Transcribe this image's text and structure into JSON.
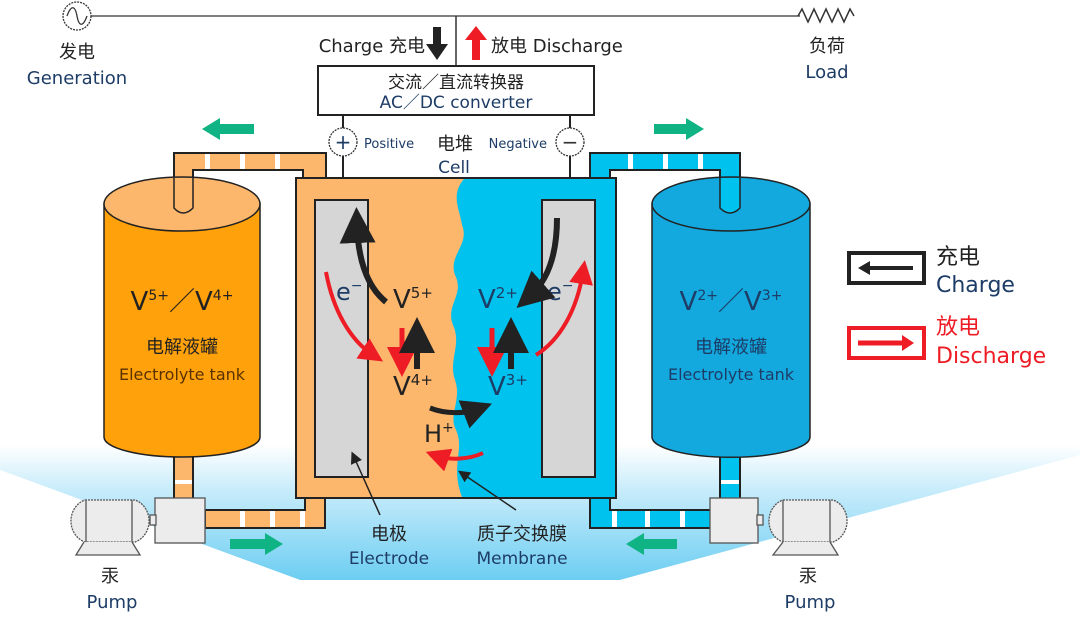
{
  "title": "Vanadium redox flow battery diagram",
  "colors": {
    "positive_electrolyte": "#ffa10a",
    "positive_cell": "#fdb76d",
    "negative_electrolyte": "#13a9de",
    "negative_cell": "#00c2ee",
    "electrode": "#d6d6d6",
    "flow_arrow": "#10b383",
    "charge_arrow": "#222222",
    "discharge_arrow": "#ee1c25",
    "floor_gradient": "#5cc8f0"
  },
  "circuit": {
    "generation": {
      "zh": "发电",
      "en": "Generation",
      "icon": "ac-source-icon"
    },
    "load": {
      "zh": "负荷",
      "en": "Load",
      "icon": "resistor-icon"
    },
    "charge": {
      "label": "Charge 充电",
      "icon": "arrow-down-icon"
    },
    "discharge": {
      "label": "放电 Discharge",
      "icon": "arrow-up-icon"
    },
    "converter": {
      "zh": "交流／直流转换器",
      "en": "AC／DC converter"
    }
  },
  "cell": {
    "positive_label": "Positive",
    "cell_zh": "电堆",
    "negative_label": "Negative",
    "cell_en": "Cell",
    "positive_symbol": "+",
    "negative_symbol": "−",
    "electron_left": "e",
    "electron_right": "e",
    "electron_sup": "−",
    "ions": {
      "v5": {
        "base": "V",
        "sup": "5+"
      },
      "v4": {
        "base": "V",
        "sup": "4+"
      },
      "v2": {
        "base": "V",
        "sup": "2+"
      },
      "v3": {
        "base": "V",
        "sup": "3+"
      },
      "h": {
        "base": "H",
        "sup": "+"
      }
    },
    "electrode": {
      "zh": "电极",
      "en": "Electrode"
    },
    "membrane": {
      "zh": "质子交换膜",
      "en": "Membrane"
    }
  },
  "tanks": {
    "left": {
      "ions": "V⁵⁺／V⁴⁺",
      "ion_a": "V",
      "sup_a": "5+",
      "sep": "／",
      "ion_b": "V",
      "sup_b": "4+",
      "zh": "电解液罐",
      "en": "Electrolyte tank"
    },
    "right": {
      "ion_a": "V",
      "sup_a": "2+",
      "sep": "／",
      "ion_b": "V",
      "sup_b": "3+",
      "zh": "电解液罐",
      "en": "Electrolyte tank"
    }
  },
  "pumps": {
    "left": {
      "zh": "汞",
      "en": "Pump"
    },
    "right": {
      "zh": "汞",
      "en": "Pump"
    }
  },
  "legend": {
    "charge": {
      "zh": "充电",
      "en": "Charge"
    },
    "discharge": {
      "zh": "放电",
      "en": "Discharge"
    }
  }
}
